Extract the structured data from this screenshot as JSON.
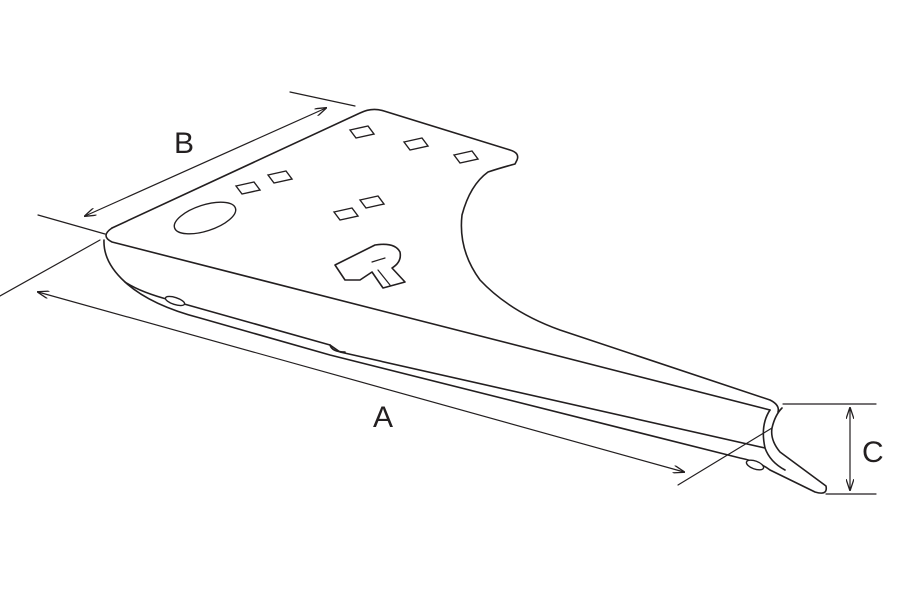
{
  "diagram": {
    "subject": "bracket",
    "dimensions": [
      {
        "id": "A",
        "label": "A"
      },
      {
        "id": "B",
        "label": "B"
      },
      {
        "id": "C",
        "label": "C"
      }
    ],
    "line_color": "#231f20",
    "background": "#ffffff"
  }
}
